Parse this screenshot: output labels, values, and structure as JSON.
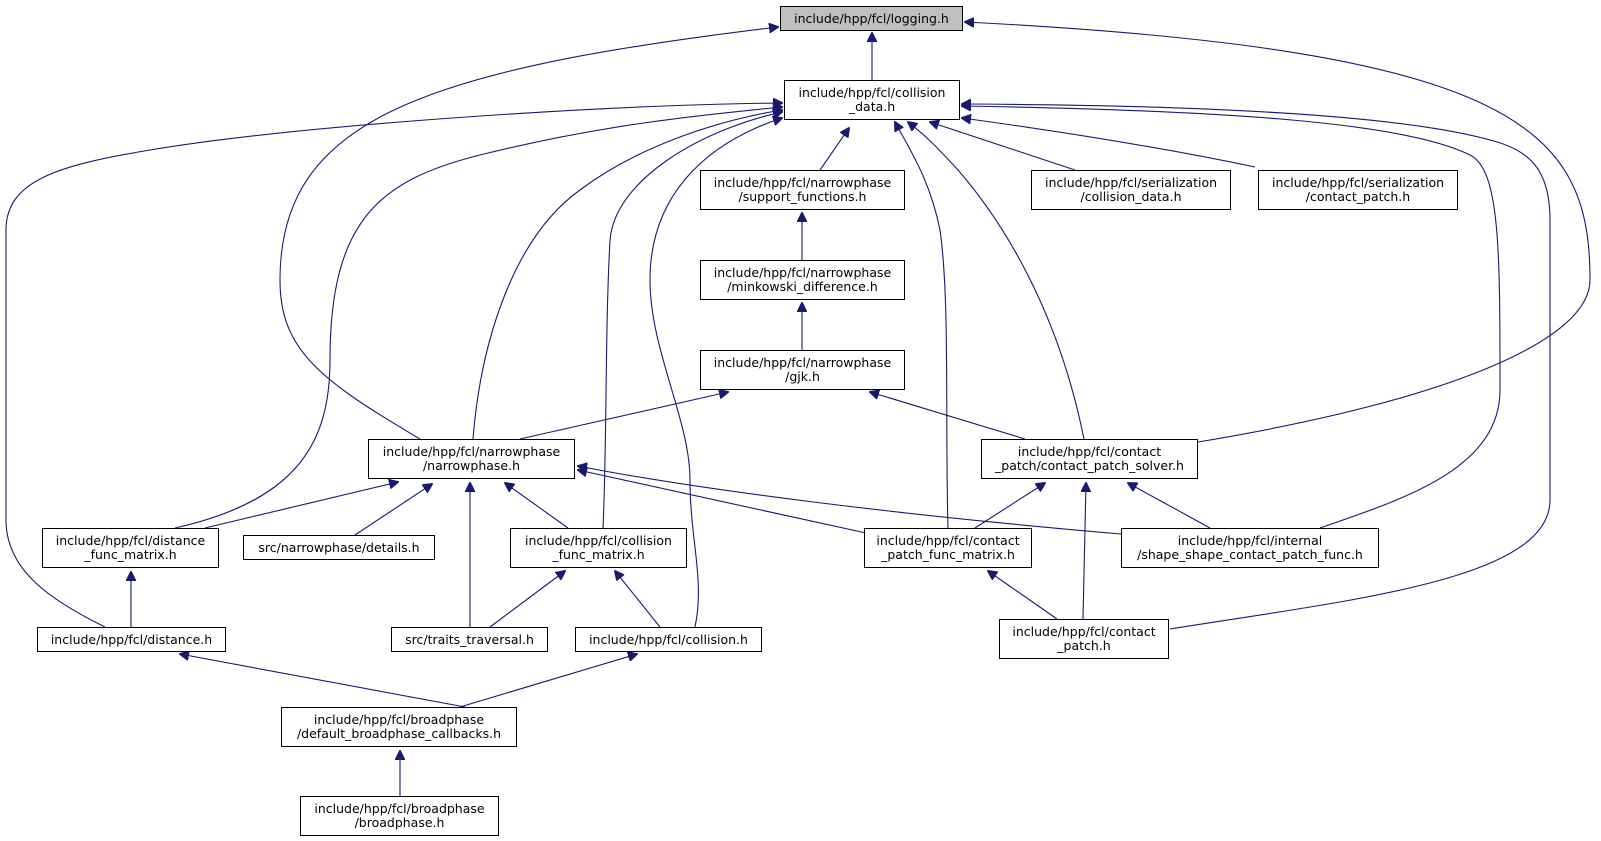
{
  "diagram": {
    "nodes": {
      "logging": {
        "line1": "include/hpp/fcl/logging.h",
        "line2": ""
      },
      "cdata": {
        "line1": "include/hpp/fcl/collision",
        "line2": "_data.h"
      },
      "support": {
        "line1": "include/hpp/fcl/narrowphase",
        "line2": "/support_functions.h"
      },
      "ser_cd": {
        "line1": "include/hpp/fcl/serialization",
        "line2": "/collision_data.h"
      },
      "ser_cp": {
        "line1": "include/hpp/fcl/serialization",
        "line2": "/contact_patch.h"
      },
      "minkowski": {
        "line1": "include/hpp/fcl/narrowphase",
        "line2": "/minkowski_difference.h"
      },
      "gjk": {
        "line1": "include/hpp/fcl/narrowphase",
        "line2": "/gjk.h"
      },
      "narrow": {
        "line1": "include/hpp/fcl/narrowphase",
        "line2": "/narrowphase.h"
      },
      "cpsolver": {
        "line1": "include/hpp/fcl/contact",
        "line2": "_patch/contact_patch_solver.h"
      },
      "distfm": {
        "line1": "include/hpp/fcl/distance",
        "line2": "_func_matrix.h"
      },
      "details": {
        "line1": "src/narrowphase/details.h",
        "line2": ""
      },
      "collfm": {
        "line1": "include/hpp/fcl/collision",
        "line2": "_func_matrix.h"
      },
      "cpfm": {
        "line1": "include/hpp/fcl/contact",
        "line2": "_patch_func_matrix.h"
      },
      "internal": {
        "line1": "include/hpp/fcl/internal",
        "line2": "/shape_shape_contact_patch_func.h"
      },
      "distance": {
        "line1": "include/hpp/fcl/distance.h",
        "line2": ""
      },
      "traits": {
        "line1": "src/traits_traversal.h",
        "line2": ""
      },
      "collision": {
        "line1": "include/hpp/fcl/collision.h",
        "line2": ""
      },
      "contactpatch": {
        "line1": "include/hpp/fcl/contact",
        "line2": "_patch.h"
      },
      "defaultcb": {
        "line1": "include/hpp/fcl/broadphase",
        "line2": "/default_broadphase_callbacks.h"
      },
      "broadphase": {
        "line1": "include/hpp/fcl/broadphase",
        "line2": "/broadphase.h"
      }
    },
    "edges": [
      {
        "from": "cdata",
        "to": "logging"
      },
      {
        "from": "narrow",
        "to": "logging"
      },
      {
        "from": "cpsolver",
        "to": "logging"
      },
      {
        "from": "support",
        "to": "cdata"
      },
      {
        "from": "ser_cd",
        "to": "cdata"
      },
      {
        "from": "ser_cp",
        "to": "cdata"
      },
      {
        "from": "narrow",
        "to": "cdata"
      },
      {
        "from": "cpsolver",
        "to": "cdata"
      },
      {
        "from": "distfm",
        "to": "cdata"
      },
      {
        "from": "collfm",
        "to": "cdata"
      },
      {
        "from": "cpfm",
        "to": "cdata"
      },
      {
        "from": "internal",
        "to": "cdata"
      },
      {
        "from": "distance",
        "to": "cdata"
      },
      {
        "from": "collision",
        "to": "cdata"
      },
      {
        "from": "contactpatch",
        "to": "cdata"
      },
      {
        "from": "minkowski",
        "to": "support"
      },
      {
        "from": "gjk",
        "to": "minkowski"
      },
      {
        "from": "narrow",
        "to": "gjk"
      },
      {
        "from": "cpsolver",
        "to": "gjk"
      },
      {
        "from": "distfm",
        "to": "narrow"
      },
      {
        "from": "details",
        "to": "narrow"
      },
      {
        "from": "traits",
        "to": "narrow"
      },
      {
        "from": "collfm",
        "to": "narrow"
      },
      {
        "from": "cpfm",
        "to": "narrow"
      },
      {
        "from": "internal",
        "to": "narrow"
      },
      {
        "from": "cpfm",
        "to": "cpsolver"
      },
      {
        "from": "contactpatch",
        "to": "cpsolver"
      },
      {
        "from": "internal",
        "to": "cpsolver"
      },
      {
        "from": "distance",
        "to": "distfm"
      },
      {
        "from": "traits",
        "to": "collfm"
      },
      {
        "from": "collision",
        "to": "collfm"
      },
      {
        "from": "contactpatch",
        "to": "cpfm"
      },
      {
        "from": "defaultcb",
        "to": "distance"
      },
      {
        "from": "defaultcb",
        "to": "collision"
      },
      {
        "from": "broadphase",
        "to": "defaultcb"
      }
    ],
    "colors": {
      "edge": "#191970",
      "node_border": "#000000",
      "root_fill": "#bfbfbf",
      "node_fill": "#ffffff"
    }
  }
}
